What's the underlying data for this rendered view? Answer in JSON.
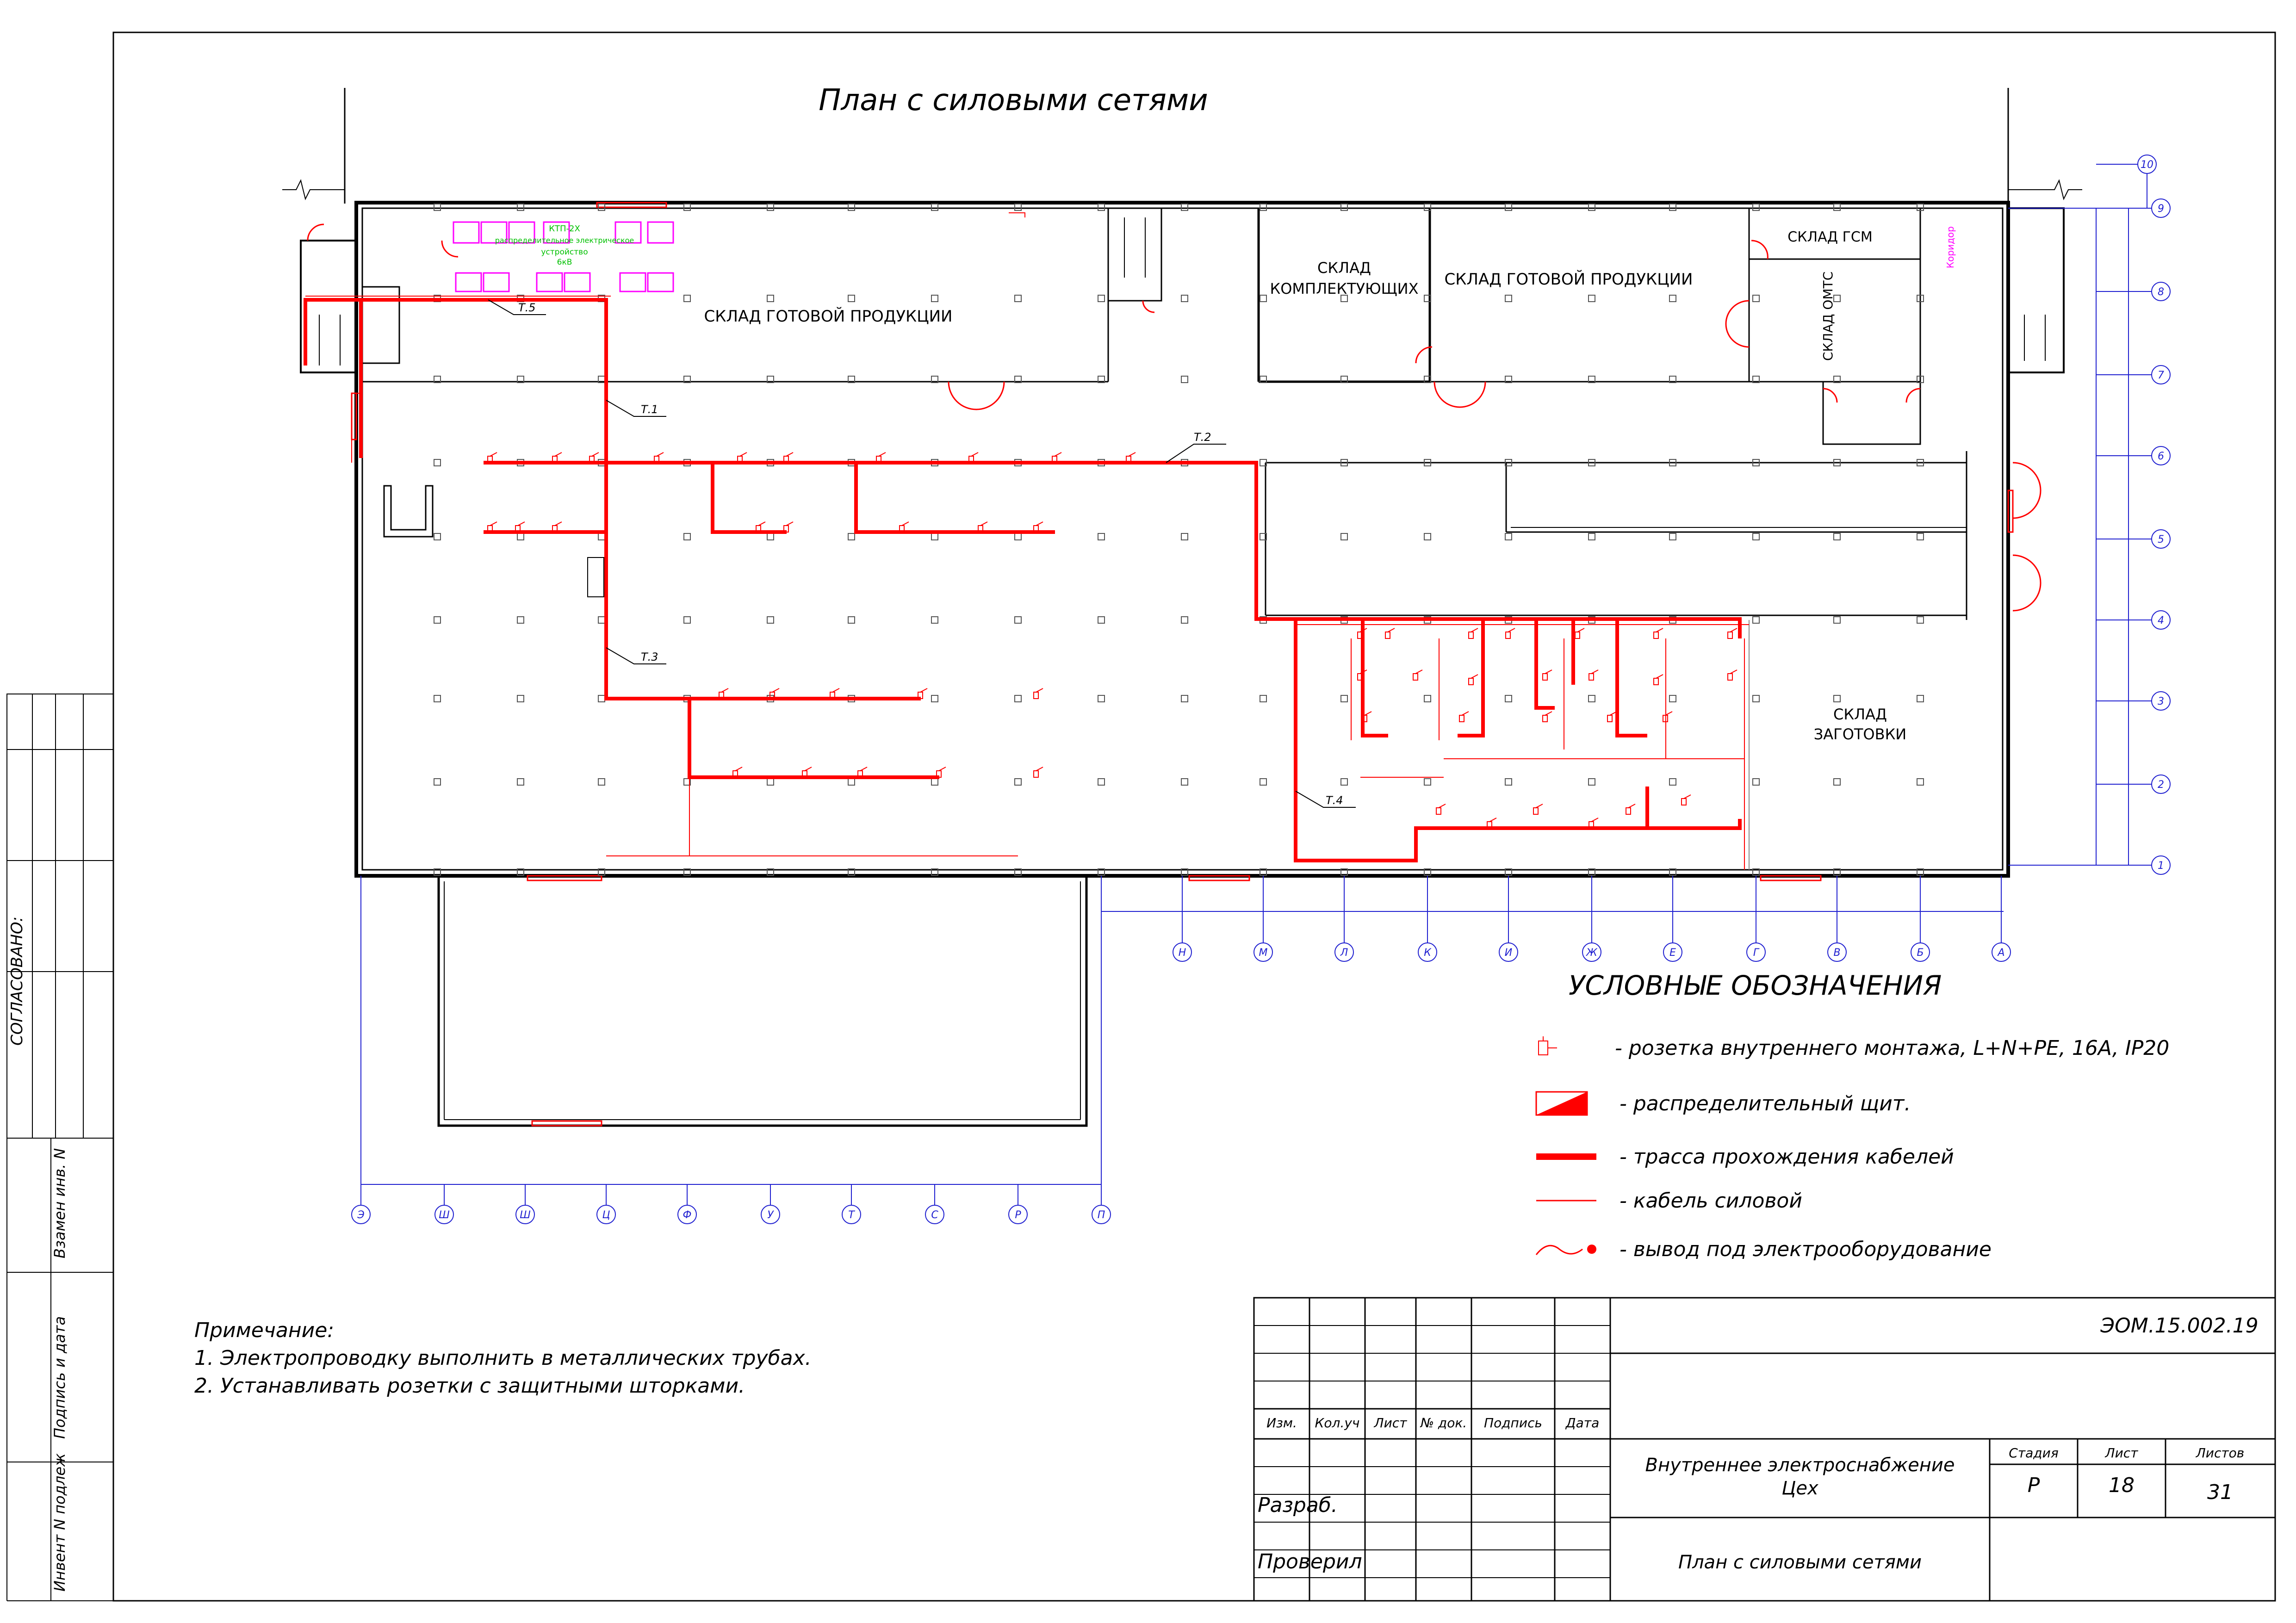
{
  "title": "План с силовыми сетями",
  "rooms": {
    "storage_finished_1": "СКЛАД ГОТОВОЙ ПРОДУКЦИИ",
    "storage_components_1": "СКЛАД",
    "storage_components_2": "КОМПЛЕКТУЮЩИХ",
    "storage_finished_2": "СКЛАД ГОТОВОЙ ПРОДУКЦИИ",
    "storage_fuel": "СКЛАД ГСМ",
    "storage_omts": "СКЛАД ОМТС",
    "storage_blanks_1": "СКЛАД",
    "storage_blanks_2": "ЗАГОТОВКИ",
    "corridor": "Коридор",
    "ktp_1": "КТП-2X",
    "ktp_2": "распределительное электрическое",
    "ktp_3": "устройство",
    "ktp_4": "6кВ"
  },
  "trace_labels": [
    "Т.1",
    "Т.2",
    "Т.3",
    "Т.4",
    "Т.5"
  ],
  "axes_bottom_a": [
    "Н",
    "М",
    "Л",
    "К",
    "И",
    "Ж",
    "Е",
    "Г",
    "В",
    "Б",
    "А"
  ],
  "axes_bottom_b": [
    "Э",
    "Ш",
    "Ш",
    "Ц",
    "Ф",
    "У",
    "Т",
    "С",
    "Р",
    "П"
  ],
  "axes_right": [
    "10",
    "9",
    "8",
    "7",
    "6",
    "5",
    "4",
    "3",
    "2",
    "1"
  ],
  "legend": {
    "title": "УСЛОВНЫЕ ОБОЗНАЧЕНИЯ",
    "items": [
      {
        "icon": "socket-icon",
        "text": "- розетка внутреннего монтажа, L+N+PE, 16A, IP20"
      },
      {
        "icon": "distribution-panel-icon",
        "text": "- распределительный щит."
      },
      {
        "icon": "cable-route-icon",
        "text": "- трасса прохождения кабелей"
      },
      {
        "icon": "power-cable-icon",
        "text": "- кабель силовой"
      },
      {
        "icon": "equipment-outlet-icon",
        "text": "- вывод под электрооборудование"
      }
    ]
  },
  "notes": {
    "title": "Примечание:",
    "items": [
      "1. Электропроводку выполнить в металлических трубах.",
      "2. Устанавливать розетки с защитными шторками."
    ]
  },
  "side_stamp": {
    "agreed": "СОГЛАСОВАНО:",
    "replace_inv": "Взамен инв. N",
    "sign_date": "Подпись и дата",
    "inv_orig": "Инвент N подлеж"
  },
  "title_block": {
    "code": "ЭОМ.15.002.19",
    "col_headers": [
      "Изм.",
      "Кол.уч",
      "Лист",
      "№ док.",
      "Подпись",
      "Дата"
    ],
    "developed": "Разраб.",
    "checked": "Проверил",
    "project_1": "Внутреннее электроснабжение",
    "project_2": "Цех",
    "stage_label": "Стадия",
    "sheet_label": "Лист",
    "sheets_label": "Листов",
    "stage": "Р",
    "sheet": "18",
    "sheets": "31",
    "drawing_name": "План с силовыми сетями"
  },
  "colors": {
    "wall": "#000000",
    "cable": "#ff0000",
    "axis": "#2020d0",
    "grid": "#555555",
    "ktp": "#ff00ff",
    "ktp_text": "#00c000"
  }
}
